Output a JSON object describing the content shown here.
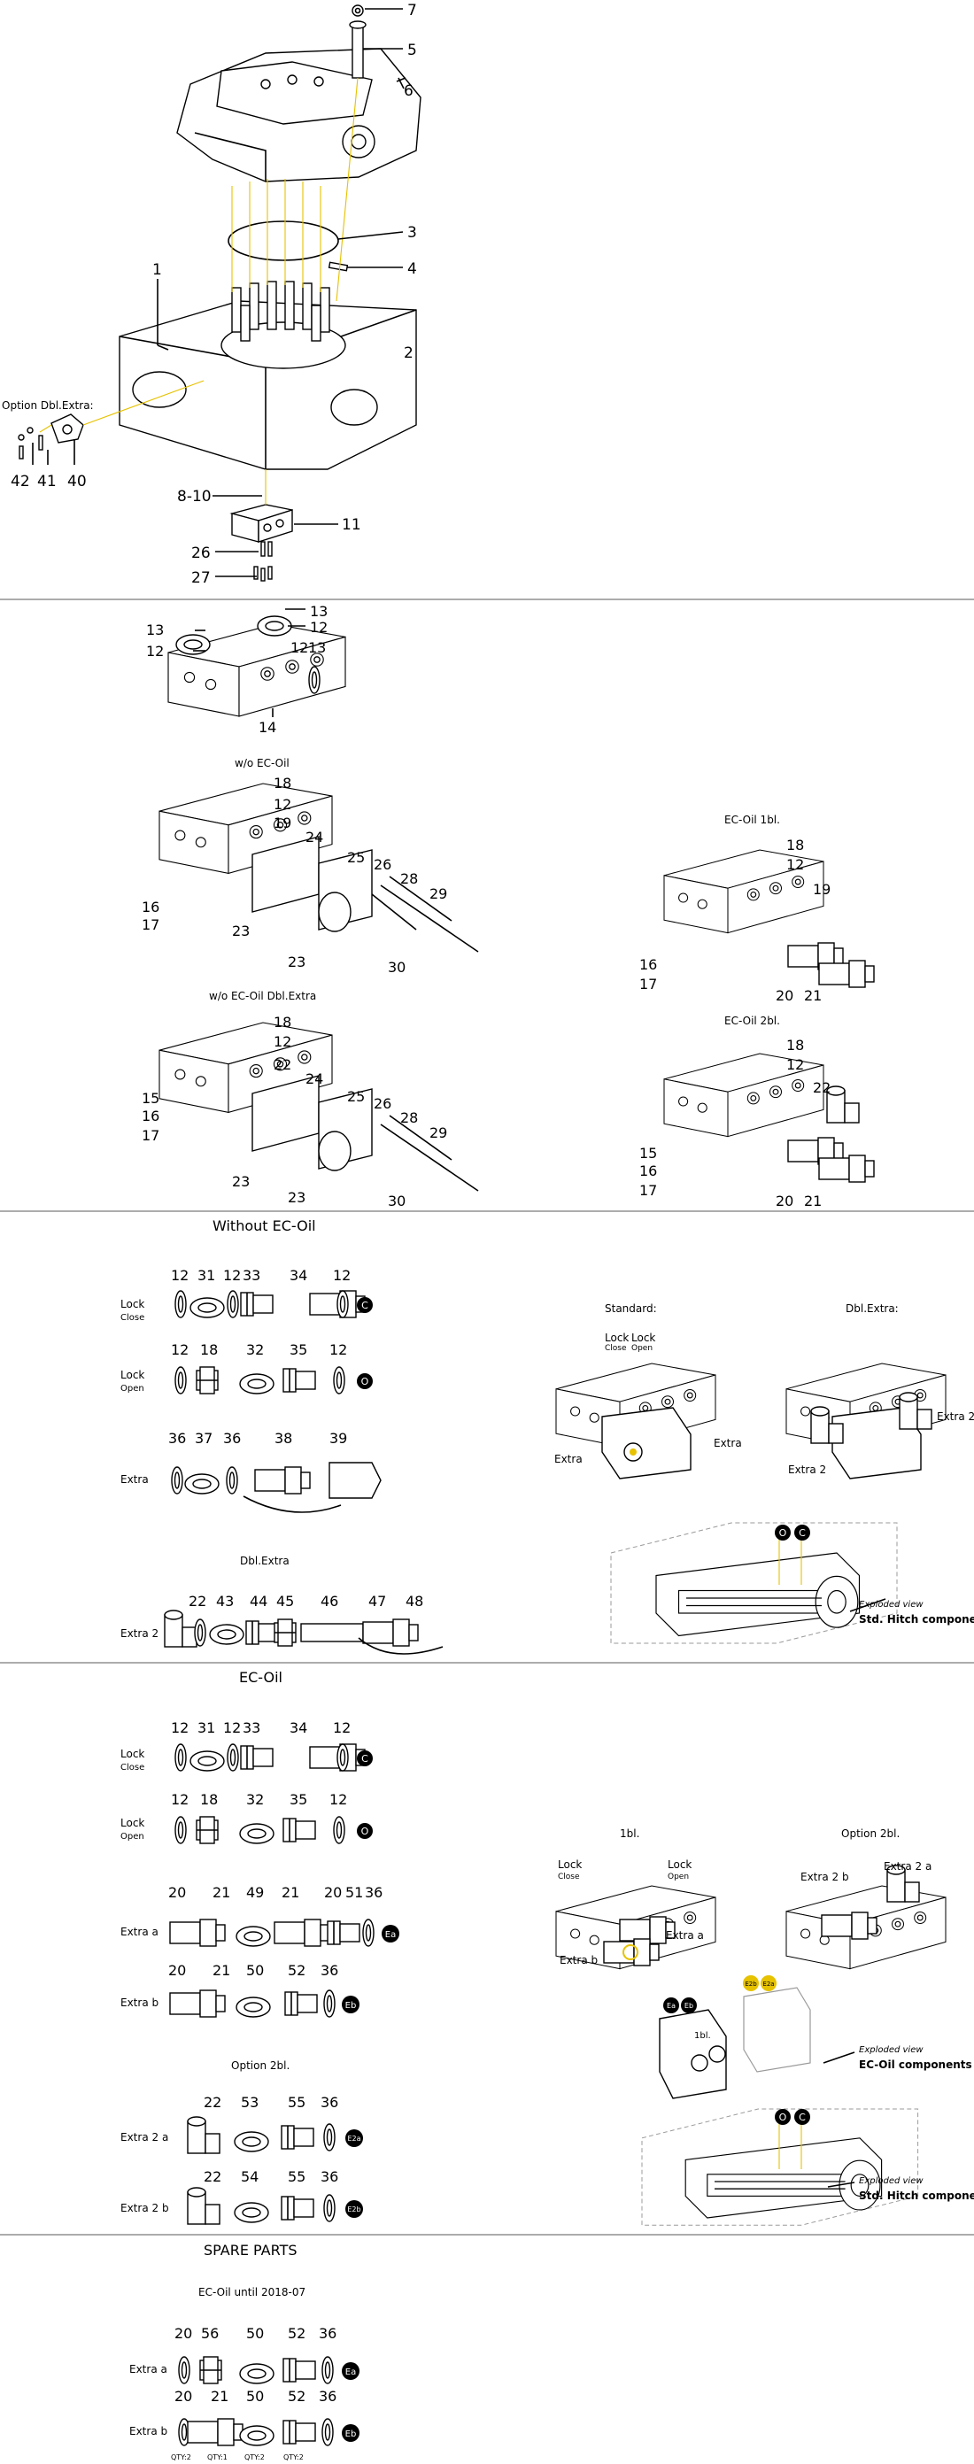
{
  "colors": {
    "leader_yellow": "#e6c200",
    "badge_fill": "#000000",
    "separator": "#7a7a7a"
  },
  "callouts_top": [
    "7",
    "5",
    "6",
    "3",
    "4",
    "1",
    "2",
    "42",
    "41",
    "40",
    "8-10",
    "11",
    "26",
    "27"
  ],
  "label_option_dbl_extra": "Option Dbl.Extra:",
  "valve_callouts": [
    "13",
    "13",
    "12",
    "12",
    "12",
    "13",
    "14"
  ],
  "label_wo_ec_oil": "w/o EC-Oil",
  "wo_ec_callouts": [
    "18",
    "12",
    "19",
    "24",
    "25",
    "26",
    "28",
    "29",
    "16",
    "17",
    "23",
    "23",
    "30"
  ],
  "label_wo_ec_dbl": "w/o EC-Oil Dbl.Extra",
  "wo_dbl_callouts": [
    "18",
    "12",
    "22",
    "24",
    "25",
    "26",
    "28",
    "29",
    "15",
    "16",
    "17",
    "23",
    "23",
    "30"
  ],
  "label_ec_1bl": "EC-Oil 1bl.",
  "ec1_callouts": [
    "18",
    "12",
    "19",
    "16",
    "17",
    "20",
    "21"
  ],
  "label_ec_2bl": "EC-Oil 2bl.",
  "ec2_callouts": [
    "18",
    "12",
    "22",
    "15",
    "16",
    "17",
    "20",
    "21"
  ],
  "heading_without_ec": "Without EC-Oil",
  "lock_label": "Lock",
  "close_label": "Close",
  "open_label": "Open",
  "extra_label": "Extra",
  "extra2_label": "Extra 2",
  "w_lock_close_nums": [
    "12",
    "31",
    "12",
    "33",
    "34",
    "12"
  ],
  "w_lock_open_nums": [
    "12",
    "18",
    "32",
    "35",
    "12"
  ],
  "w_extra_nums": [
    "36",
    "37",
    "36",
    "38",
    "39"
  ],
  "label_dbl_extra": "Dbl.Extra",
  "w_dbl_nums": [
    "22",
    "43",
    "44",
    "45",
    "46",
    "47",
    "48"
  ],
  "badge_c": "C",
  "badge_o": "O",
  "label_standard": "Standard:",
  "label_dbl_extra_colon": "Dbl.Extra:",
  "exploded_view": "Exploded view",
  "std_hitch": "Std. Hitch components",
  "heading_ec_oil": "EC-Oil",
  "ec_lock_close_nums": [
    "12",
    "31",
    "12",
    "33",
    "34",
    "12"
  ],
  "ec_lock_open_nums": [
    "12",
    "18",
    "32",
    "35",
    "12"
  ],
  "ec_extra_a_nums": [
    "20",
    "21",
    "49",
    "21",
    "20",
    "51",
    "36"
  ],
  "ec_extra_b_nums": [
    "20",
    "21",
    "50",
    "52",
    "36"
  ],
  "extra_a_label": "Extra a",
  "extra_b_label": "Extra b",
  "badge_ea": "Ea",
  "badge_eb": "Eb",
  "label_option_2bl_dot": "Option 2bl.",
  "ec_extra2a_nums": [
    "22",
    "53",
    "55",
    "36"
  ],
  "ec_extra2b_nums": [
    "22",
    "54",
    "55",
    "36"
  ],
  "extra2a_label": "Extra 2 a",
  "extra2b_label": "Extra 2 b",
  "extra2a_short": "Extra 2 a",
  "extra2b_short": "Extra 2 b",
  "badge_e2a": "E2a",
  "badge_e2b": "E2b",
  "label_1bl": "1bl.",
  "label_1bl_inner": "1bl.",
  "label_option_2bl": "Option 2bl.",
  "ec_oil_components": "EC-Oil components",
  "heading_spare_parts": "SPARE PARTS",
  "label_ec_until": "EC-Oil until 2018-07",
  "sp_extra_a_nums": [
    "20",
    "56",
    "50",
    "52",
    "36"
  ],
  "sp_extra_b_nums": [
    "20",
    "21",
    "50",
    "52",
    "36"
  ],
  "qty_labels": [
    "QTY:2",
    "QTY:1",
    "QTY:2",
    "QTY:2"
  ]
}
